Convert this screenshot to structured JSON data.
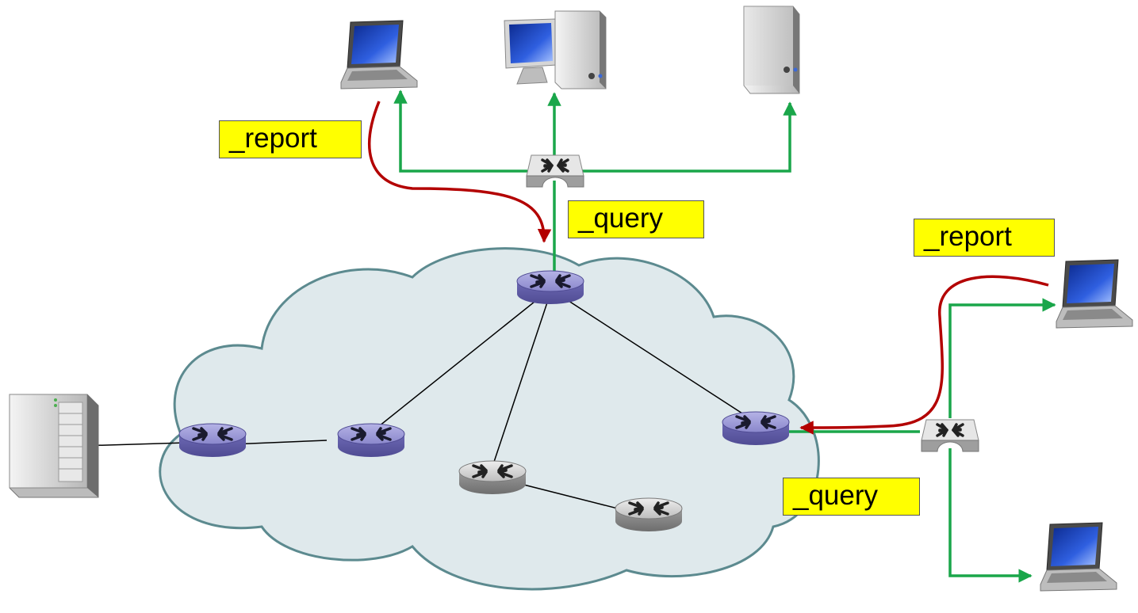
{
  "labels": {
    "report_left": "_report",
    "query_top": "_query",
    "report_right": "_report",
    "query_right": "_query"
  },
  "colors": {
    "label_fill": "#ffff00",
    "green_link": "#1aa64a",
    "red_path": "#b30000",
    "cloud_fill": "#dfe9ec",
    "cloud_stroke": "#5c8a8f",
    "router_blue": "#7b78c0",
    "router_gray": "#a9a9a9"
  }
}
